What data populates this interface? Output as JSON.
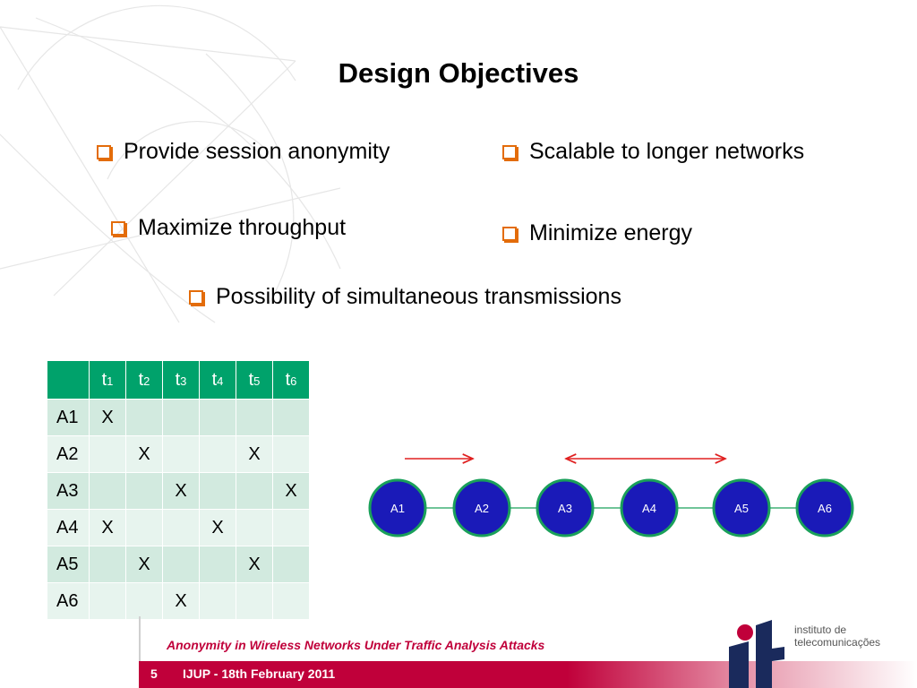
{
  "title": "Design Objectives",
  "bullets": {
    "session_anonymity": "Provide session anonymity",
    "scalable": "Scalable to longer networks",
    "throughput": "Maximize throughput",
    "energy": "Minimize energy",
    "simultaneous": "Possibility of  simultaneous transmissions"
  },
  "table": {
    "header_prefix": "t",
    "headers": [
      "1",
      "2",
      "3",
      "4",
      "5",
      "6"
    ],
    "rows": [
      {
        "label": "A1",
        "cells": [
          "X",
          "",
          "",
          "",
          "",
          ""
        ]
      },
      {
        "label": "A2",
        "cells": [
          "",
          "X",
          "",
          "",
          "X",
          ""
        ]
      },
      {
        "label": "A3",
        "cells": [
          "",
          "",
          "X",
          "",
          "",
          "X"
        ]
      },
      {
        "label": "A4",
        "cells": [
          "X",
          "",
          "",
          "X",
          "",
          ""
        ]
      },
      {
        "label": "A5",
        "cells": [
          "",
          "X",
          "",
          "",
          "X",
          ""
        ]
      },
      {
        "label": "A6",
        "cells": [
          "",
          "",
          "X",
          "",
          "",
          ""
        ]
      }
    ]
  },
  "nodes": [
    "A1",
    "A2",
    "A3",
    "A4",
    "A5",
    "A6"
  ],
  "colors": {
    "node_fill": "#1a1ab8",
    "node_border": "#1aa05a",
    "arrow": "#e02020",
    "accent": "#c0003a",
    "bullet": "#e36c0a"
  },
  "footer": {
    "talk_title": "Anonymity in Wireless Networks Under Traffic Analysis Attacks",
    "page": "5",
    "conference": "IJUP - 18th February 2011",
    "logo_line1": "instituto de",
    "logo_line2": "telecomunicações"
  }
}
